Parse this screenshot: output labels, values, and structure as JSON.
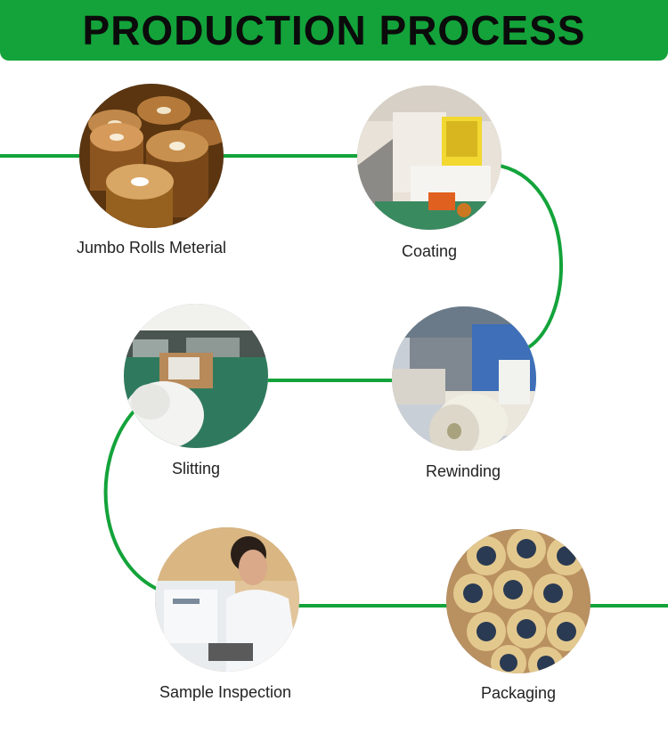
{
  "header": {
    "title": "PRODUCTION PROCESS"
  },
  "colors": {
    "banner": "#13a33a",
    "line": "#13a33a",
    "text": "#222222"
  },
  "steps": [
    {
      "label": "Jumbo Rolls Meterial",
      "photo": "jumbo-rolls-photo"
    },
    {
      "label": "Coating",
      "photo": "coating-machine-photo"
    },
    {
      "label": "Rewinding",
      "photo": "rewinding-machine-photo"
    },
    {
      "label": "Slitting",
      "photo": "slitting-workshop-photo"
    },
    {
      "label": "Sample Inspection",
      "photo": "sample-inspection-photo"
    },
    {
      "label": "Packaging",
      "photo": "packaging-rolls-photo"
    }
  ]
}
